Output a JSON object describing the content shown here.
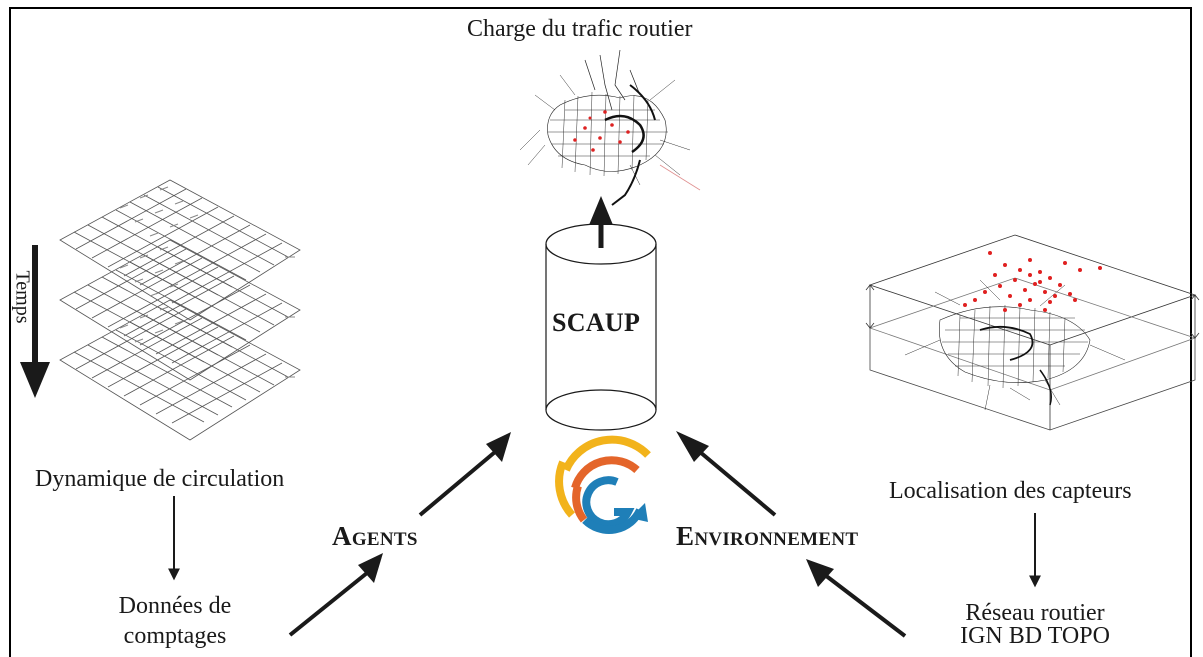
{
  "top": {
    "title": "Charge du trafic routier"
  },
  "center": {
    "cylinder_label": "SCAUP"
  },
  "left": {
    "time_axis_label": "Temps",
    "dynamics_label": "Dynamique de circulation",
    "counts_label_line1": "Données de",
    "counts_label_line2": "comptages"
  },
  "right": {
    "sensors_label": "Localisation des capteurs",
    "network_label_line1": "Réseau routier",
    "network_label_line2": "IGN BD TOPO"
  },
  "agents": {
    "initial": "A",
    "rest": "GENTS"
  },
  "environment": {
    "initial": "E",
    "rest": "NVIRONNEMENT"
  },
  "logo": {
    "name": "G-logo",
    "colors": [
      "#f2b31b",
      "#e4652a",
      "#1f7fb8"
    ]
  },
  "colors": {
    "sensor_dots": "#e02020",
    "ink": "#1a1a1a"
  }
}
